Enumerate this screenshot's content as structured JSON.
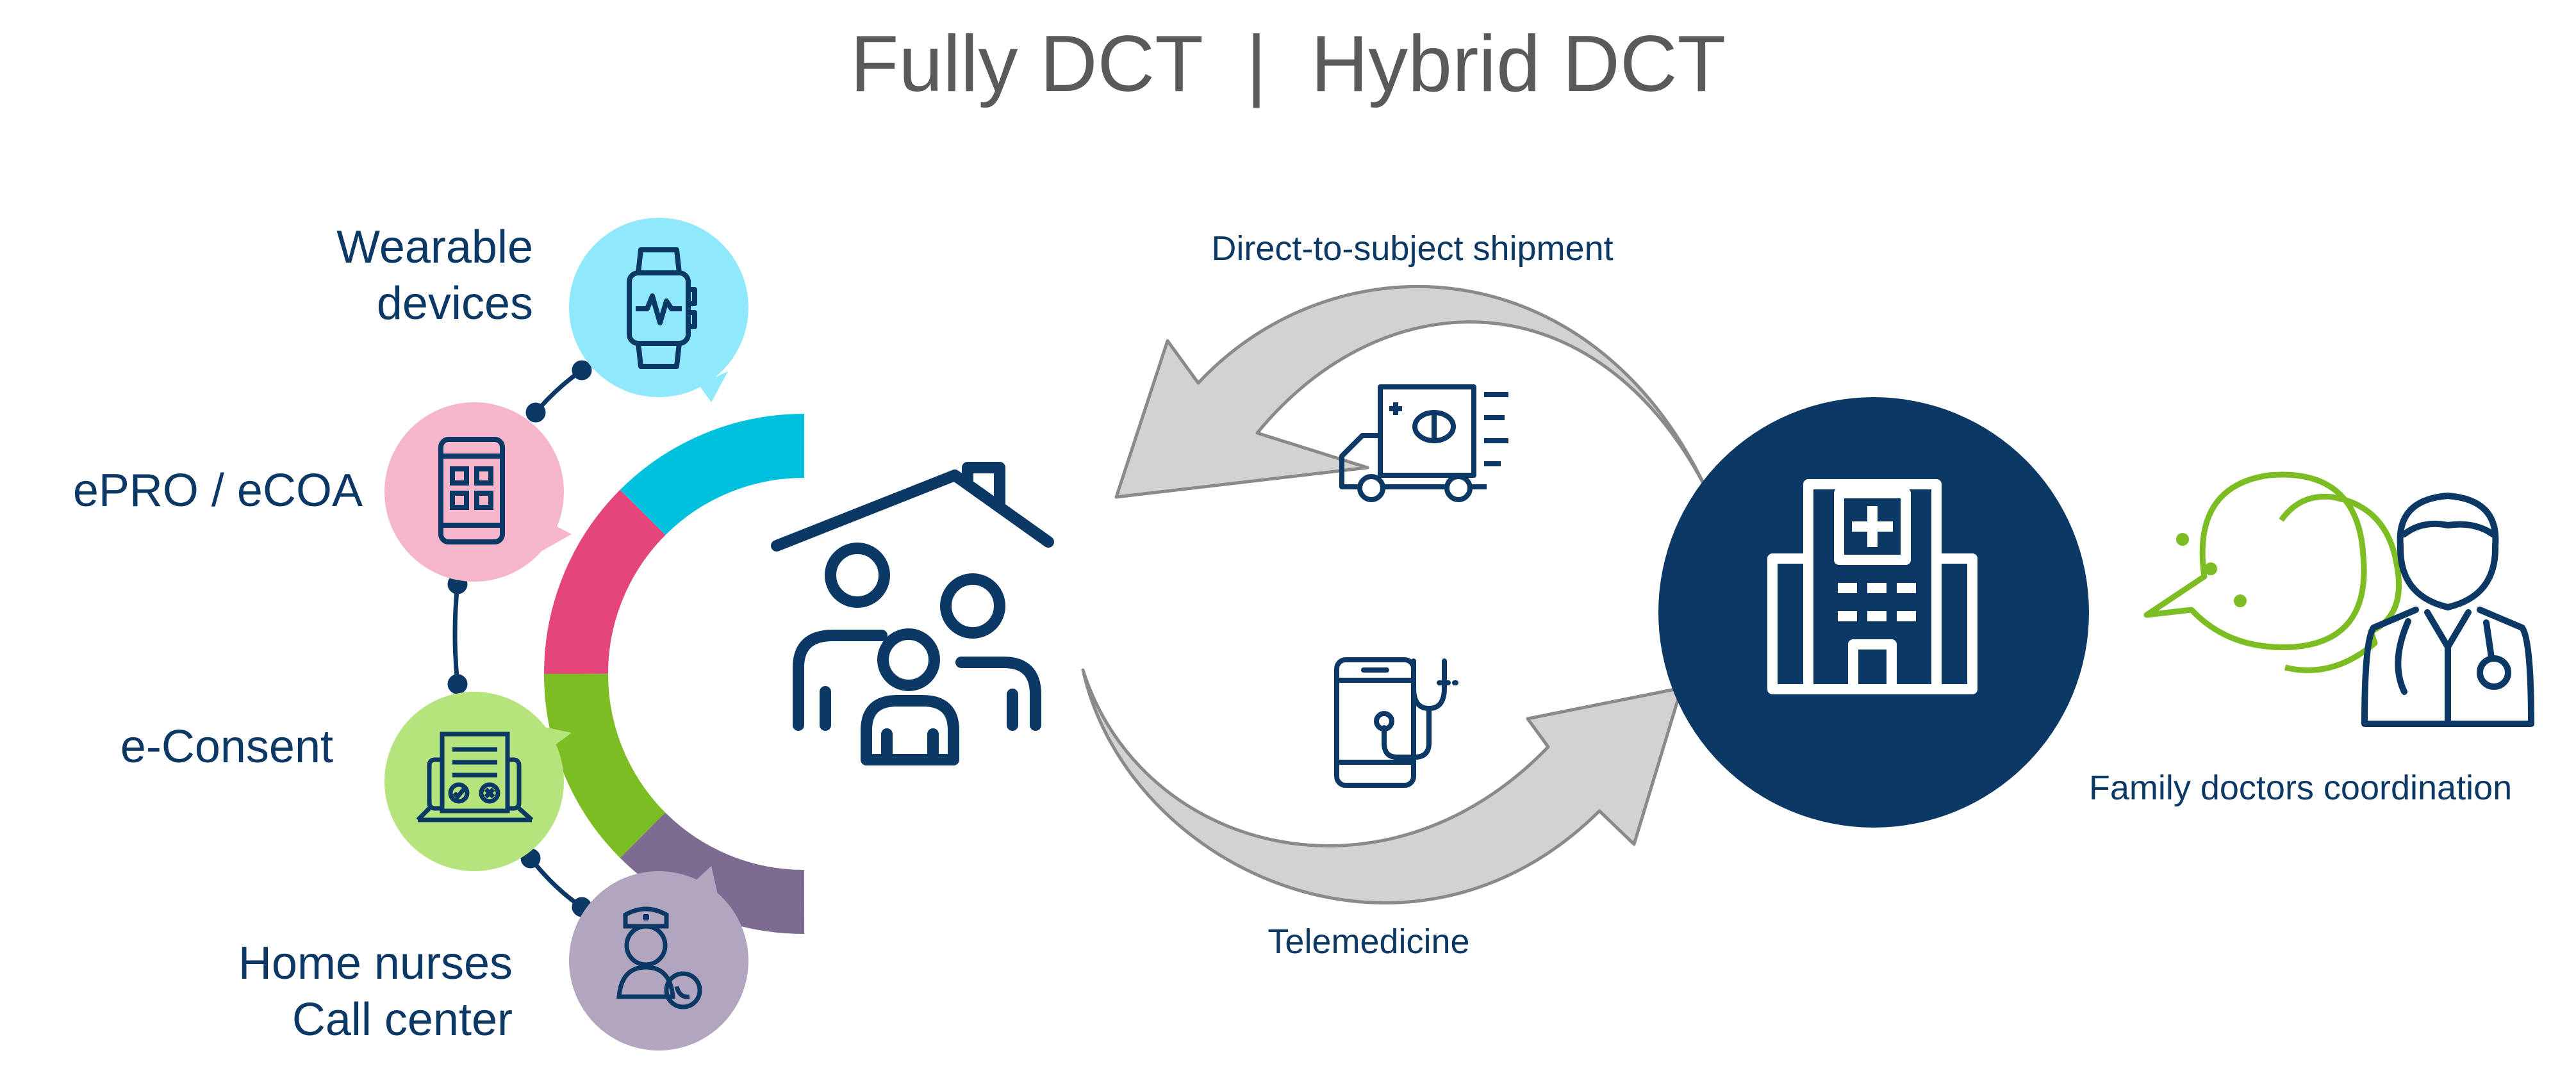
{
  "title": "Fully DCT  |  Hybrid DCT",
  "features": {
    "wearable": {
      "line1": "Wearable",
      "line2": "devices",
      "icon": "smartwatch-icon"
    },
    "epro": {
      "label": "ePRO / eCOA",
      "icon": "tablet-app-icon"
    },
    "econsent": {
      "label": "e-Consent",
      "icon": "consent-document-icon"
    },
    "nurses": {
      "line1": "Home nurses",
      "line2": "Call center",
      "icon": "nurse-headset-icon"
    }
  },
  "flows": {
    "shipment": {
      "label": "Direct-to-subject shipment",
      "icon": "delivery-truck-icon"
    },
    "telemedicine": {
      "label": "Telemedicine",
      "icon": "phone-stethoscope-icon"
    }
  },
  "coordination": {
    "label": "Family doctors coordination",
    "icons": [
      "chat-bubbles-icon",
      "doctor-icon"
    ]
  },
  "hub": {
    "icon": "hospital-icon"
  },
  "patient": {
    "icon": "family-home-icon"
  },
  "colors": {
    "title": "#5a5a5a",
    "navy": "#0b3864",
    "cyan": "#00c1dd",
    "pink": "#e4457a",
    "green": "#7cbd23",
    "purple": "#7d6b92",
    "wearable_bubble": "#8fe8fb",
    "epro_bubble": "#f5b5cb",
    "econsent_bubble": "#b5e47c",
    "nurses_bubble": "#b1a5bf",
    "arrow_fill": "#d2d2d2",
    "arrow_stroke": "#8a8a8a",
    "chat_green": "#7cbd23"
  }
}
